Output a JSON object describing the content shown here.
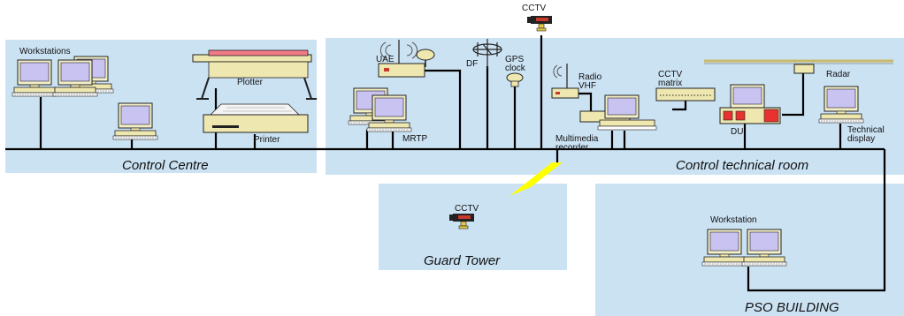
{
  "zones": {
    "control_centre": "Control Centre",
    "control_technical_room": "Control technical room",
    "guard_tower": "Guard Tower",
    "pso_building": "PSO BUILDING"
  },
  "labels": {
    "workstations": "Workstations",
    "plotter": "Plotter",
    "printer": "Printer",
    "uae": "UAE",
    "df": "DF",
    "gps_line1": "GPS",
    "gps_line2": "clock",
    "mrtp": "MRTP",
    "cctv_top": "CCTV",
    "radio_line1": "Radio",
    "radio_line2": "VHF",
    "multimedia_line1": "Multimedia",
    "multimedia_line2": "recorder",
    "cctv_matrix_line1": "CCTV",
    "cctv_matrix_line2": "matrix",
    "radar": "Radar",
    "du": "DU",
    "technical_line1": "Technical",
    "technical_line2": "display",
    "cctv_guard": "CCTV",
    "workstation_pso": "Workstation"
  },
  "colors": {
    "zone_fill": "#cbe2f3",
    "screen": "#c9c3f2",
    "beige": "#efe7b0",
    "network_line": "#000000",
    "wireless_link": "#ffff00",
    "plotter_red": "#f07a86",
    "du_red": "#e8322f"
  },
  "icons": [
    "workstation-icon",
    "plotter-icon",
    "printer-icon",
    "antenna-icon",
    "df-antenna-icon",
    "gps-antenna-icon",
    "cctv-camera-icon",
    "radio-icon",
    "cctv-matrix-icon",
    "radar-antenna-icon",
    "du-rack-icon"
  ]
}
